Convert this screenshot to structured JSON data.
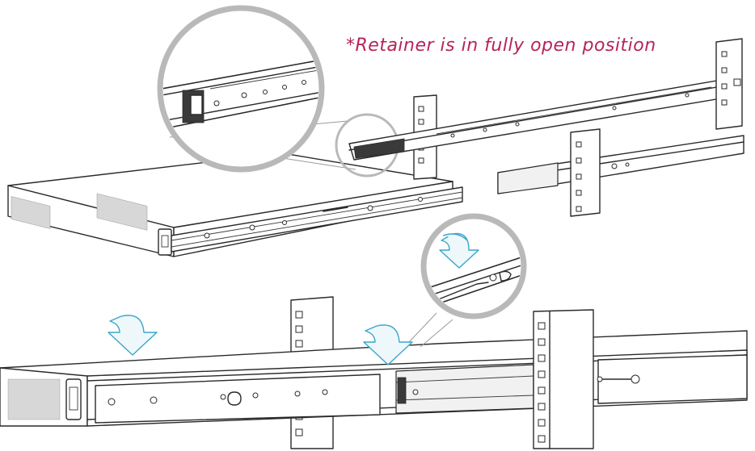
{
  "annotation": {
    "note": "*Retainer is in fully open position",
    "color": "#b5245c"
  },
  "figure": {
    "panels": [
      {
        "role": "attach-inner-rails-to-server",
        "callout": "rail-detail-magnifier"
      },
      {
        "role": "install-outer-rails-to-rack"
      },
      {
        "role": "slide-server-into-rack",
        "callout": "latch-detail-magnifier"
      }
    ],
    "icons": [
      "push-down-arrow-icon",
      "push-down-arrow-icon",
      "push-down-arrow-icon"
    ],
    "arrow_color": "#3aa6c9"
  }
}
